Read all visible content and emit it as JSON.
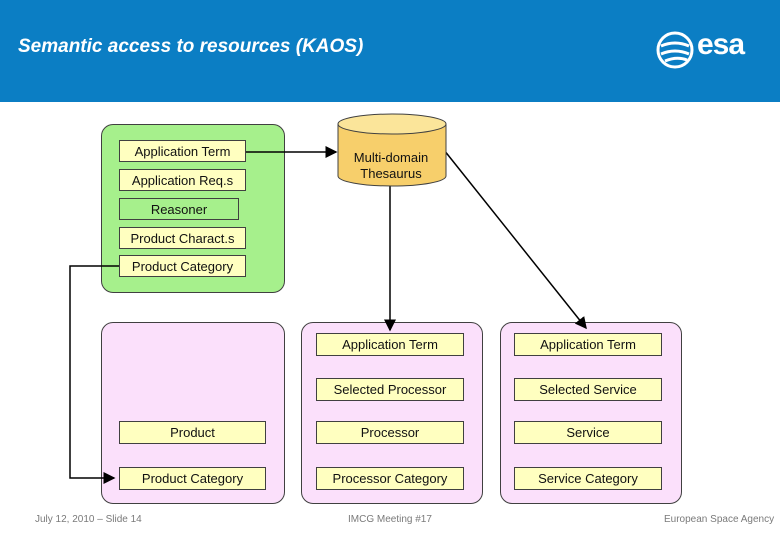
{
  "header": {
    "title": "Semantic access to resources (KAOS)",
    "logo_text": "esa"
  },
  "colors": {
    "header_bg": "#0b7ec4",
    "green_panel": "#a6f08c",
    "pink_panel": "#fbe0fb",
    "box_fill": "#ffffc0",
    "cylinder_fill": "#f7cf6b"
  },
  "kaos": {
    "app_term": "Application Term",
    "app_reqs": "Application Req.s",
    "reasoner": "Reasoner",
    "product_characts": "Product Charact.s",
    "product_category": "Product Category"
  },
  "thesaurus": {
    "label_line1": "Multi-domain",
    "label_line2": "Thesaurus"
  },
  "lower": {
    "product": "Product",
    "product_category": "Product Category",
    "proc_app_term": "Application Term",
    "selected_processor": "Selected Processor",
    "processor": "Processor",
    "processor_category": "Processor Category",
    "svc_app_term": "Application Term",
    "selected_service": "Selected Service",
    "service": "Service",
    "service_category": "Service Category"
  },
  "footer": {
    "left": "July 12, 2010 – Slide 14",
    "center": "IMCG Meeting #17",
    "right": "European Space Agency"
  }
}
